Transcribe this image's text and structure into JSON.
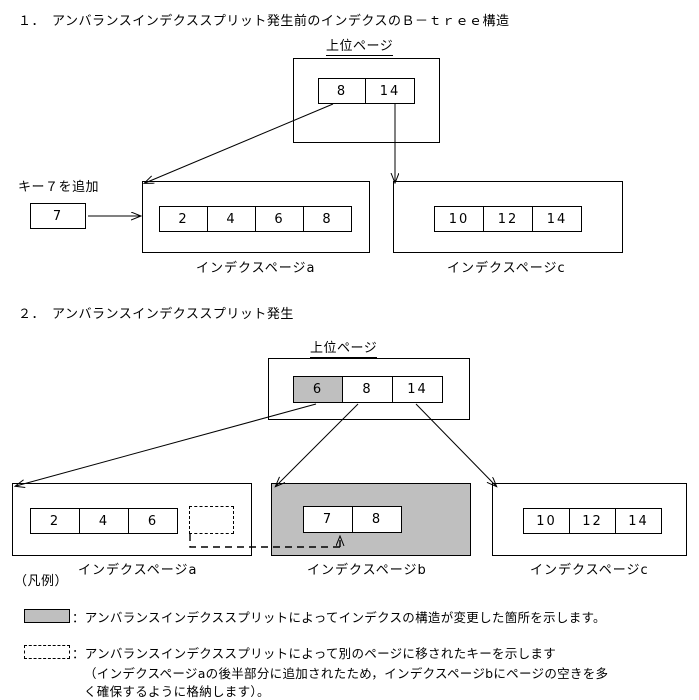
{
  "section1": {
    "heading": "１．　アンバランスインデクススプリット発生前のインデクスのＢ－ｔｒｅｅ構造",
    "root_label": "上位ページ",
    "root_cells": [
      "8",
      "14"
    ],
    "add_key_label": "キー７を追加",
    "add_key_value": "7",
    "page_a": {
      "cells": [
        "2",
        "4",
        "6",
        "8"
      ],
      "label": "インデクスページa"
    },
    "page_c": {
      "cells": [
        "10",
        "12",
        "14"
      ],
      "label": "インデクスページc"
    }
  },
  "section2": {
    "heading": "２．　アンバランスインデクススプリット発生",
    "root_label": "上位ページ",
    "root_cells": [
      {
        "value": "6",
        "shaded": true
      },
      {
        "value": "8",
        "shaded": false
      },
      {
        "value": "14",
        "shaded": false
      }
    ],
    "page_a": {
      "cells": [
        "2",
        "4",
        "6"
      ],
      "empty_cell": "",
      "label": "インデクスページa"
    },
    "page_b": {
      "cells": [
        "7",
        "8"
      ],
      "label": "インデクスページb",
      "shaded": true
    },
    "page_c": {
      "cells": [
        "10",
        "12",
        "14"
      ],
      "label": "インデクスページc"
    }
  },
  "legend": {
    "title": "（凡例）",
    "gray_swatch_name": "gray-fill-swatch",
    "gray_text": "：アンバランスインデクススプリットによってインデクスの構造が変更した箇所を示します。",
    "dashed_swatch_name": "dashed-box-swatch",
    "dashed_text_line1": "：アンバランスインデクススプリットによって別のページに移されたキーを示します",
    "dashed_text_line2": "（インデクスページaの後半部分に追加されたため，インデクスページbにページの空きを多",
    "dashed_text_line3": "く確保するように格納します）。"
  },
  "colors": {
    "shade": "#bfbfbf",
    "line": "#000000",
    "background": "#ffffff"
  }
}
